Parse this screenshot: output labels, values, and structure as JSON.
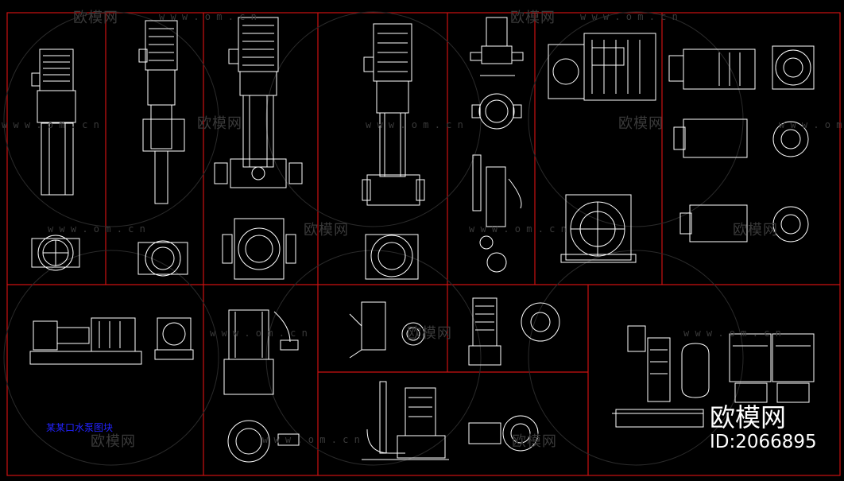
{
  "drawing": {
    "title_label": "某某口水泵图块",
    "brand": "欧模网",
    "id_text": "ID:2066895"
  },
  "watermark": {
    "logo_text": "欧模网",
    "url_text": "w w w . o m . c n"
  },
  "colors": {
    "background": "#000000",
    "frame": "#cc1111",
    "linework": "#ffffff",
    "title_label": "#2222ff",
    "watermark": "#3a3a3a"
  }
}
